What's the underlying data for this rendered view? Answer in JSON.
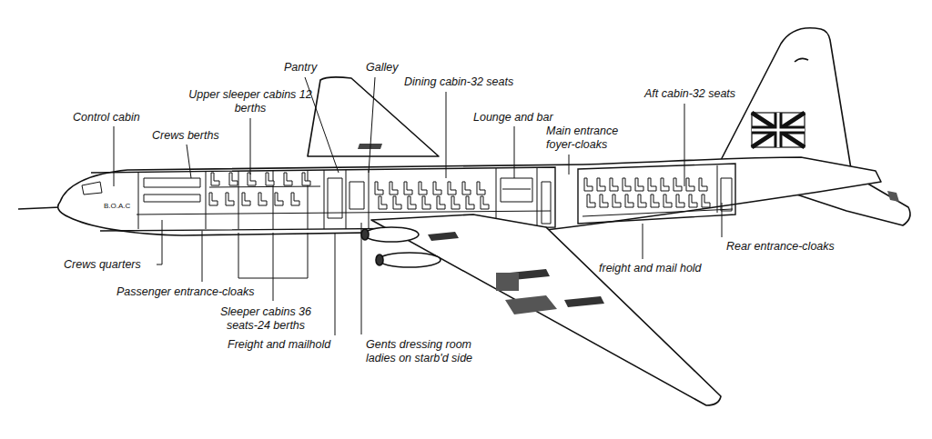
{
  "diagram": {
    "labels": [
      "Control cabin",
      "Crews berths",
      "Upper sleeper cabins 12 berths",
      "Pantry",
      "Galley",
      "Dining cabin-32 seats",
      "Lounge and bar",
      "Main entrance foyer-cloaks",
      "Aft cabin-32 seats",
      "Crews quarters",
      "Passenger entrance-cloaks",
      "Sleeper cabins 36 seats-24 berths",
      "Freight and mailhold",
      "Gents dressing room ladies on starb'd side",
      "Rear entrance-cloaks",
      "freight and mail hold",
      "B.O.A.C"
    ]
  }
}
